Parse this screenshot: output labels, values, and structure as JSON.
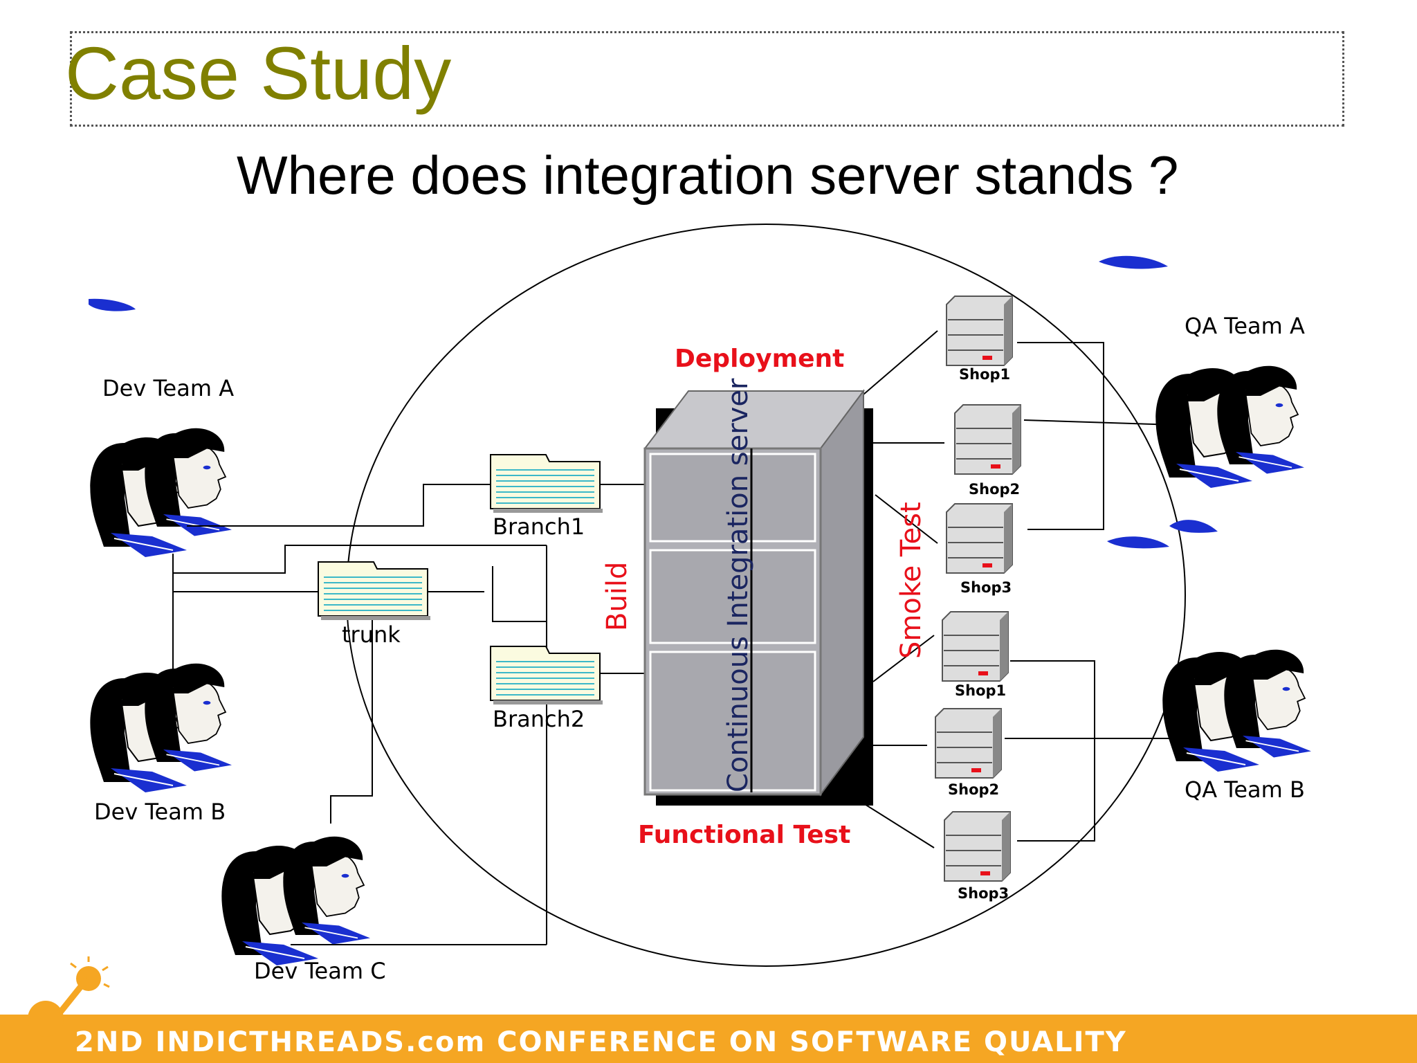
{
  "slide": {
    "title": "Case Study",
    "subtitle": "Where does integration server stands ?"
  },
  "diagram": {
    "dev_teams": [
      "Dev Team A",
      "Dev Team B",
      "Dev Team C"
    ],
    "qa_teams": [
      "QA Team A",
      "QA Team B"
    ],
    "repositories": [
      "Branch1",
      "trunk",
      "Branch2"
    ],
    "server_label": "Continuous Integration server",
    "phases": {
      "build": "Build",
      "deployment": "Deployment",
      "smoke_test": "Smoke Test",
      "functional_test": "Functional Test"
    },
    "shops_top": [
      "Shop1",
      "Shop2",
      "Shop3"
    ],
    "shops_bottom": [
      "Shop1",
      "Shop2",
      "Shop3"
    ],
    "colors": {
      "phase": "#e8101a",
      "title": "#808000",
      "footer": "#f5a623",
      "team_accent": "#1a2fd0"
    }
  },
  "footer": {
    "text": "2ND INDICTHREADS.com CONFERENCE ON SOFTWARE QUALITY"
  }
}
